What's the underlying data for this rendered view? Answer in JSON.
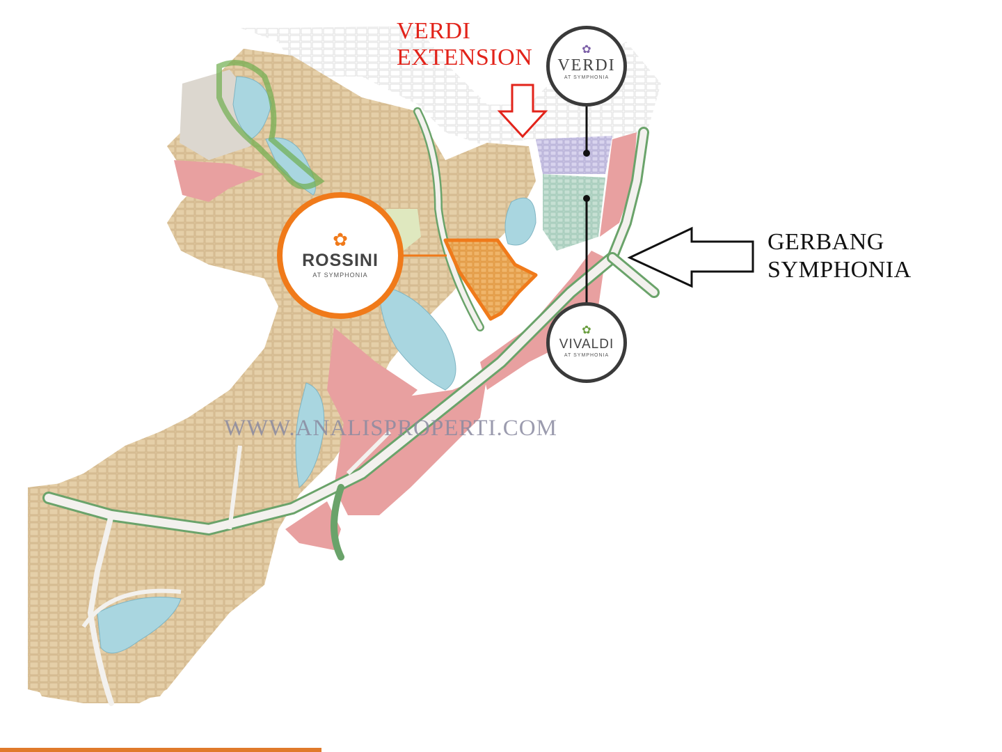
{
  "labels": {
    "verdi_extension_line1": "VERDI",
    "verdi_extension_line2": "EXTENSION",
    "gerbang_line1": "GERBANG",
    "gerbang_line2": "SYMPHONIA",
    "watermark": "WWW.ANALISPROPERTI.COM"
  },
  "badges": {
    "verdi": {
      "name": "VERDI",
      "sub": "AT SYMPHONIA",
      "color": "#7b5ea7"
    },
    "rossini": {
      "name": "ROSSINI",
      "sub": "AT SYMPHONIA",
      "color": "#e87722"
    },
    "vivaldi": {
      "name": "VIVALDI",
      "sub": "AT SYMPHONIA",
      "color": "#6a9e3f"
    }
  },
  "colors": {
    "residential": "#dcc39a",
    "commercial": "#e8a0a0",
    "lake": "#a9d6e0",
    "park": "#8fbf6a",
    "road": "#f3f1ee",
    "road_edge": "#6aa36a",
    "highlight_orange": "#f07a1a",
    "callout_red": "#e2231a"
  }
}
